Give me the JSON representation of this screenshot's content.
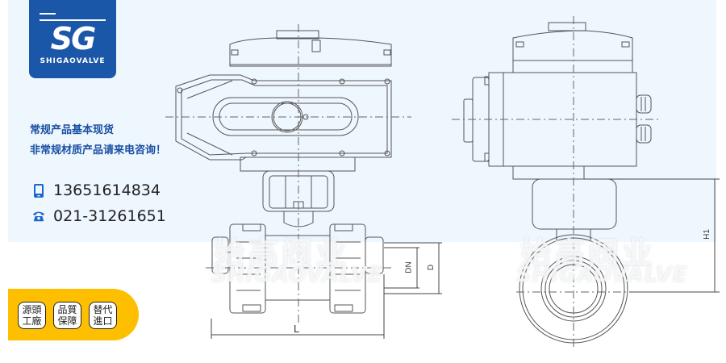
{
  "logo": {
    "mark": "SG",
    "brand": "SHIGAOVALVE",
    "color": "#1b57a9"
  },
  "promo": {
    "line1": "常规产品基本现货",
    "line2": "非常规材质产品请来电咨询！",
    "color": "#1a4fa3"
  },
  "contact": {
    "mobile": {
      "icon": "mobile-phone-icon",
      "number": "13651614834"
    },
    "phone": {
      "icon": "telephone-icon",
      "number": "021-31261651"
    },
    "icon_color": "#1b66c9"
  },
  "badges": [
    {
      "line1": "源頭",
      "line2": "工廠"
    },
    {
      "line1": "品質",
      "line2": "保障"
    },
    {
      "line1": "替代",
      "line2": "進口"
    }
  ],
  "badge_bar_color": "#fdbf00",
  "drawing": {
    "dimensions": {
      "length": "L",
      "nominal_diameter": "DN",
      "outer_diameter": "D",
      "height": "H1"
    },
    "watermark": {
      "cn": "始高阀业",
      "en": "SHIGAOVALVE"
    }
  }
}
